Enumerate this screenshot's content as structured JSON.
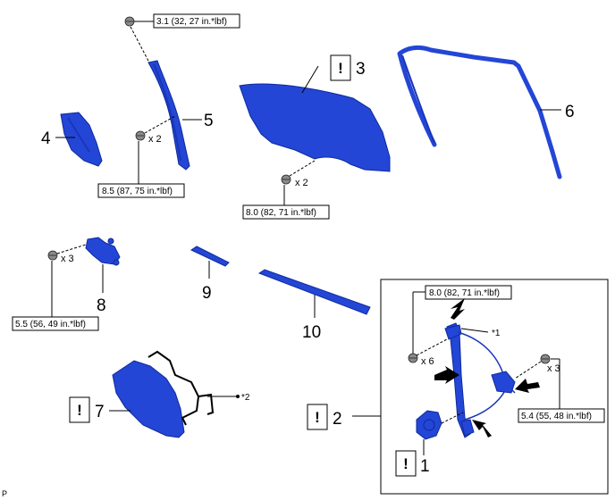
{
  "colors": {
    "part_blue": "#2346d6",
    "outline": "#000000"
  },
  "callouts": {
    "c1": "1",
    "c2": "2",
    "c3": "3",
    "c4": "4",
    "c5": "5",
    "c6": "6",
    "c7": "7",
    "c8": "8",
    "c9": "9",
    "c10": "10"
  },
  "warning_mark": "!",
  "torque": {
    "t1": "3.1 (32, 27 in.*lbf)",
    "t2": "8.5 (87, 75 in.*lbf)",
    "t3": "8.0 (82, 71 in.*lbf)",
    "t4": "5.5 (56, 49 in.*lbf)",
    "t5": "8.0 (82, 71 in.*lbf)",
    "t6": "5.4 (55, 48 in.*lbf)"
  },
  "quantities": {
    "q5": "x 2",
    "q3": "x 2",
    "q8": "x 3",
    "q_inset_left": "x 6",
    "q_inset_right": "x 3"
  },
  "notes": {
    "n1": "*1",
    "n2": "*2"
  },
  "corner_label": "P",
  "icons": [
    "bolt-icon",
    "warning-icon",
    "push-arrow-icon"
  ]
}
